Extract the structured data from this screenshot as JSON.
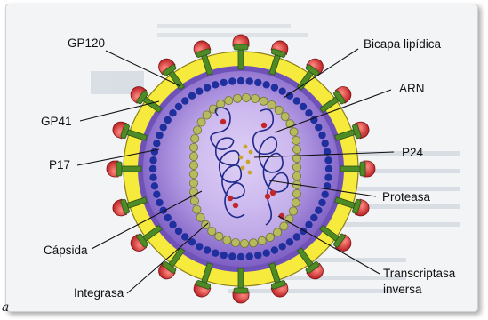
{
  "labels": {
    "gp120": "GP120",
    "gp41": "GP41",
    "p17": "P17",
    "capsida": "Cápsida",
    "integrasa": "Integrasa",
    "bicapa": "Bicapa lipídica",
    "arn": "ARN",
    "p24": "P24",
    "proteasa": "Proteasa",
    "transcriptasa_1": "Transcriptasa",
    "transcriptasa_2": "inversa"
  },
  "corner_mark": "a",
  "colors": {
    "envelope": "#f6ea3c",
    "matrix": "#9d7fd6",
    "matrix_rim": "#6f52b8",
    "p17_beads": "#1f2f9e",
    "capsid_beads": "#b7bb5e",
    "rna": "#202a8a",
    "enzymes": "#c0262b",
    "glycoprotein_stem": "#4e8a26",
    "glycoprotein_cap": "#c8282a"
  }
}
